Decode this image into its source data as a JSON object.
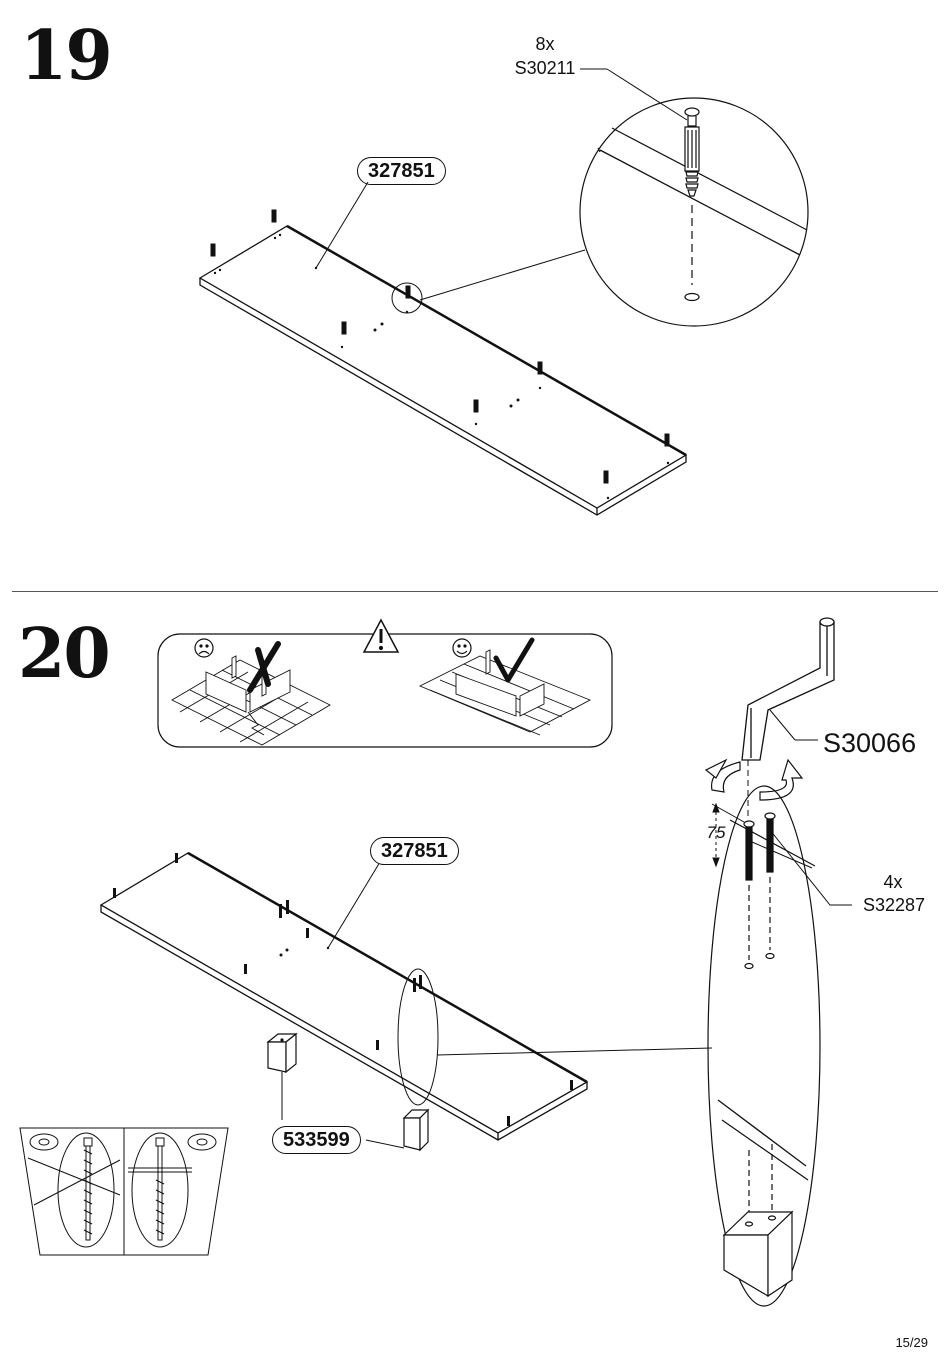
{
  "step19": {
    "number": "19",
    "part_label": "327851",
    "fitting_qty": "8x",
    "fitting_code": "S30211"
  },
  "step20": {
    "number": "20",
    "part_label": "327851",
    "leg_label": "533599",
    "tool_code": "S30066",
    "screw_qty": "4x",
    "screw_code": "S32287",
    "dimension": "75",
    "warning_icon": "exclamation-triangle-icon",
    "bad_icon": "sad-face-icon",
    "good_icon": "happy-face-icon"
  },
  "page_number": "15/29"
}
